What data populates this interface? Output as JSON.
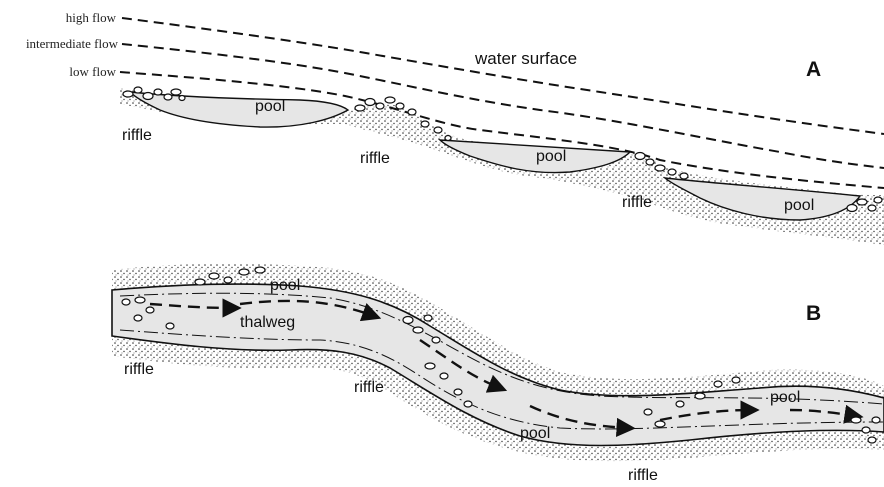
{
  "panel_a": {
    "letter": "A",
    "flow_labels": {
      "high": "high flow",
      "intermediate": "intermediate flow",
      "low": "low flow"
    },
    "water_surface": "water surface",
    "pool_label": "pool",
    "riffle_label": "riffle"
  },
  "panel_b": {
    "letter": "B",
    "pool_label": "pool",
    "riffle_label": "riffle",
    "thalweg": "thalweg"
  },
  "colors": {
    "ink": "#111111",
    "water": "#e6e6e6",
    "stipple": "#333333"
  }
}
